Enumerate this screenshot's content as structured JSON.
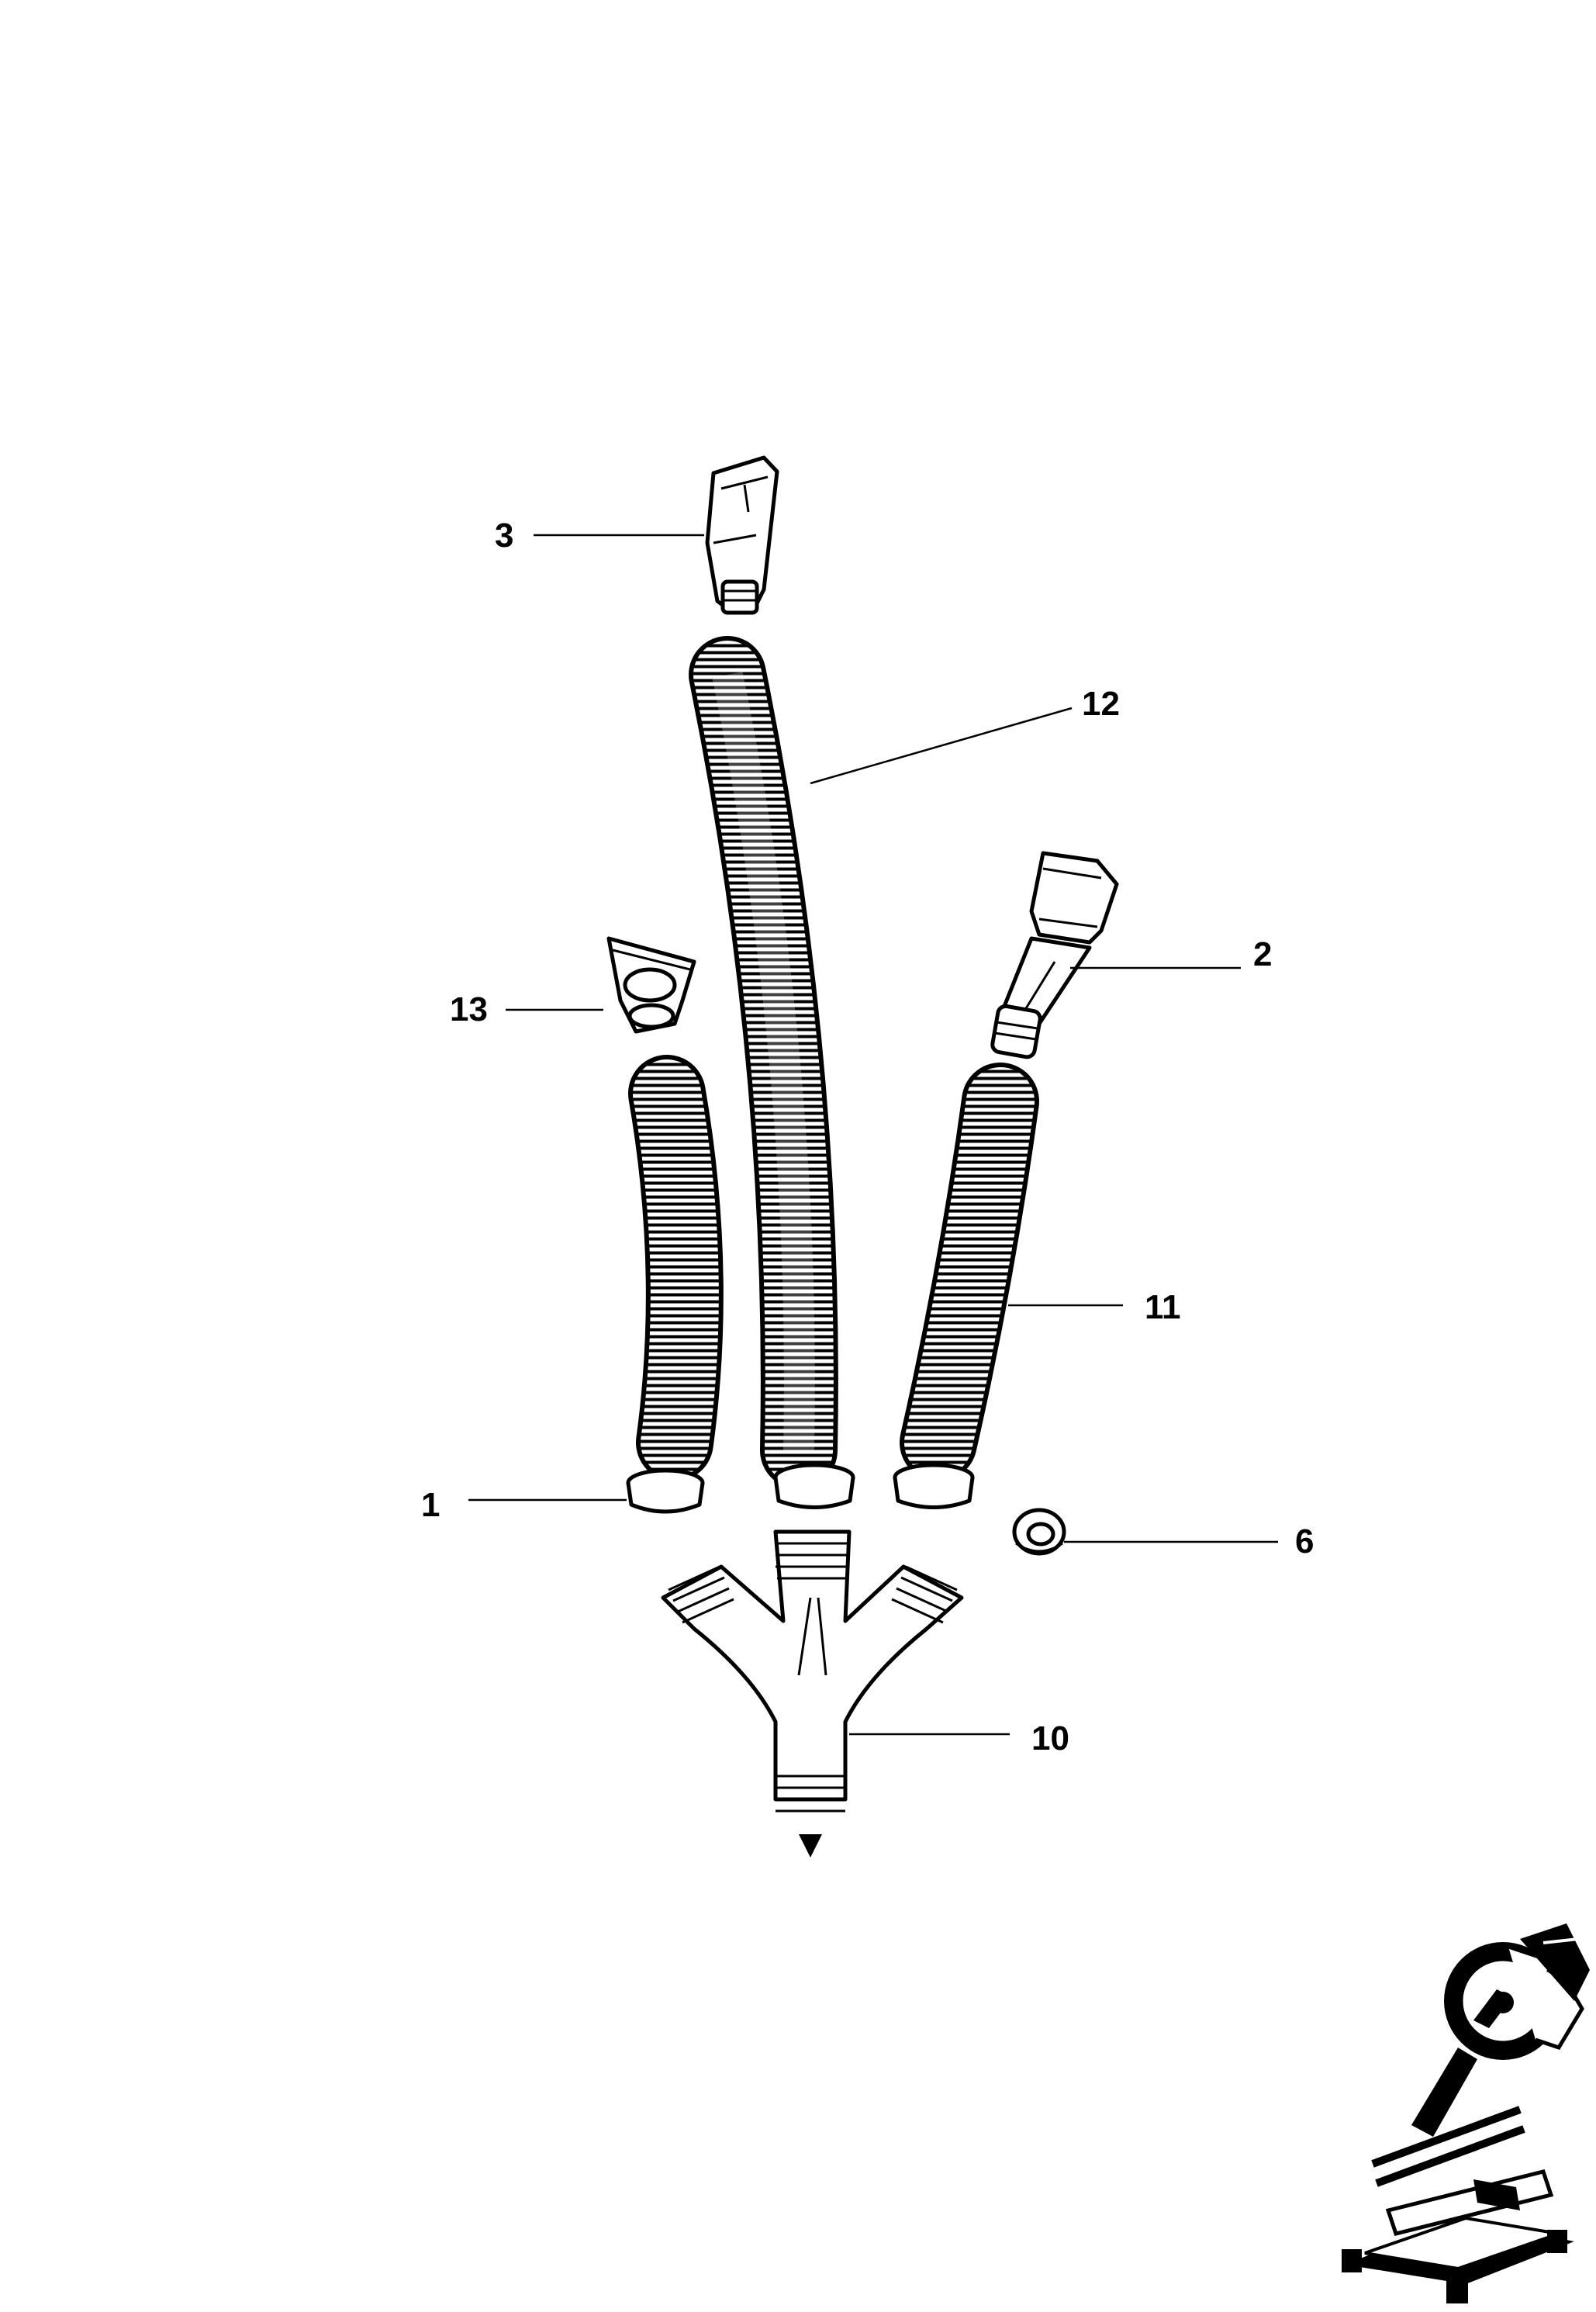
{
  "callouts": {
    "part_3": "3",
    "part_12": "12",
    "part_2": "2",
    "part_13": "13",
    "part_11": "11",
    "part_1": "1",
    "part_6": "6",
    "part_10": "10"
  },
  "colors": {
    "ink": "#000000",
    "paper": "#ffffff"
  },
  "icons": {
    "corner_thumbnail": "miter-saw-icon"
  }
}
